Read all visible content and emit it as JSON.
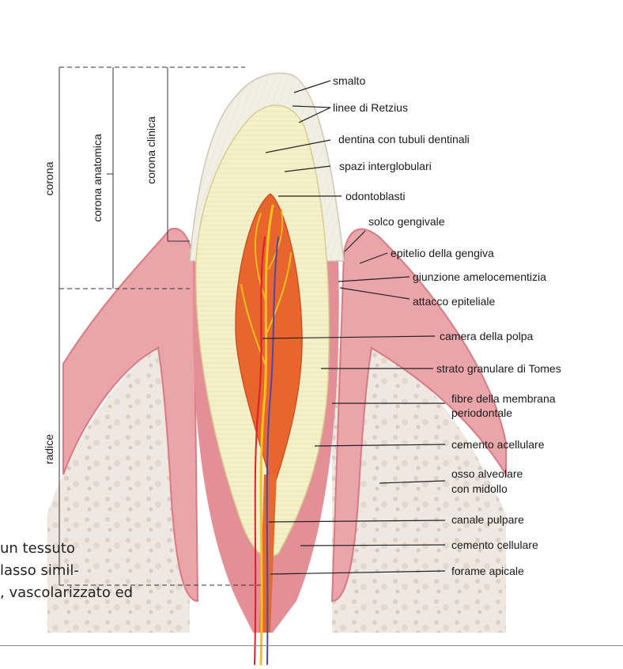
{
  "diagram": {
    "labels": {
      "smalto": "smalto",
      "linee_retzius": "linee di Retzius",
      "dentina": "dentina con tubuli dentinali",
      "spazi": "spazi interglobulari",
      "odontoblasti": "odontoblasti",
      "solco": "solco gengivale",
      "epitelio": "epitelio della gengiva",
      "giunzione": "giunzione amelocementizia",
      "attacco": "attacco epiteliale",
      "camera": "camera della polpa",
      "strato": "strato granulare di Tomes",
      "fibre_1": "fibre della membrana",
      "fibre_2": "periodontale",
      "cemento_acell": "cemento acellulare",
      "osso_1": "osso alveolare",
      "osso_2": "con midollo",
      "canale": "canale pulpare",
      "cemento_cell": "cemento cellulare",
      "forame": "forame apicale"
    },
    "brackets": {
      "corona": "corona",
      "corona_anatomica": "corona anatomica",
      "corona_clinica": "corona clinica",
      "radice": "radice"
    },
    "colors": {
      "enamel": "#efece0",
      "dentin": "#f3efc4",
      "gum": "#eaa0a5",
      "gum_dark": "#d9767f",
      "bone": "#ece5df",
      "pulp": "#e8602a",
      "nerve": "#f2c21d",
      "artery": "#d8212a",
      "vein": "#4a4aa8"
    }
  },
  "caption": "un tessuto\nlasso simil-\n, vascolarizzato ed"
}
